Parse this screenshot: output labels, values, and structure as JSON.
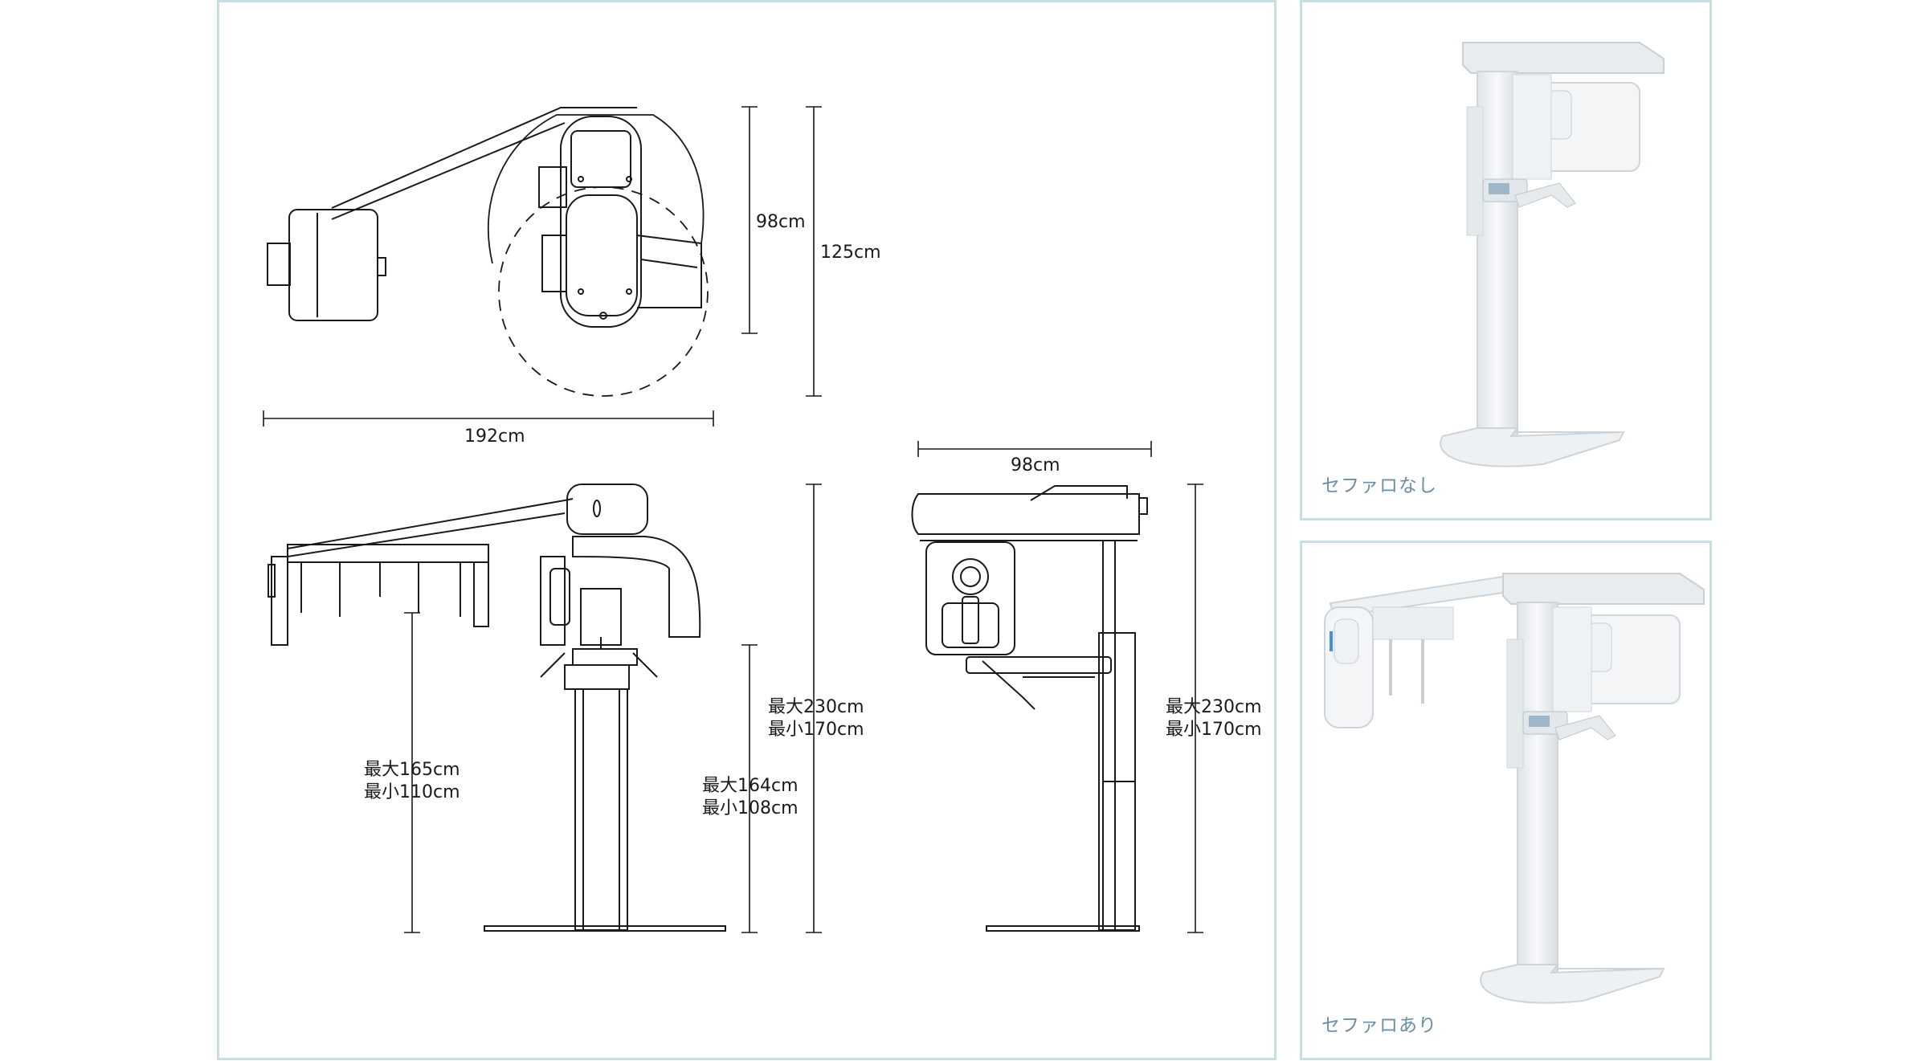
{
  "drawing": {
    "top_view": {
      "width": "192cm",
      "depth_inner": "98cm",
      "depth_outer": "125cm"
    },
    "side_view": {
      "ceph_height_max": "最大165cm",
      "ceph_height_min": "最小110cm",
      "chin_height_max": "最大164cm",
      "chin_height_min": "最小108cm",
      "total_height_max": "最大230cm",
      "total_height_min": "最小170cm"
    },
    "front_view": {
      "width": "98cm",
      "total_height_max": "最大230cm",
      "total_height_min": "最小170cm"
    }
  },
  "products": [
    {
      "caption": "セファロなし"
    },
    {
      "caption": "セファロあり"
    }
  ],
  "colors": {
    "frame": "#c6dfe0",
    "line": "#1a1a1a",
    "caption": "#6a8fa6",
    "device_body": "#eef1f3",
    "accent": "#4a8fd0"
  }
}
